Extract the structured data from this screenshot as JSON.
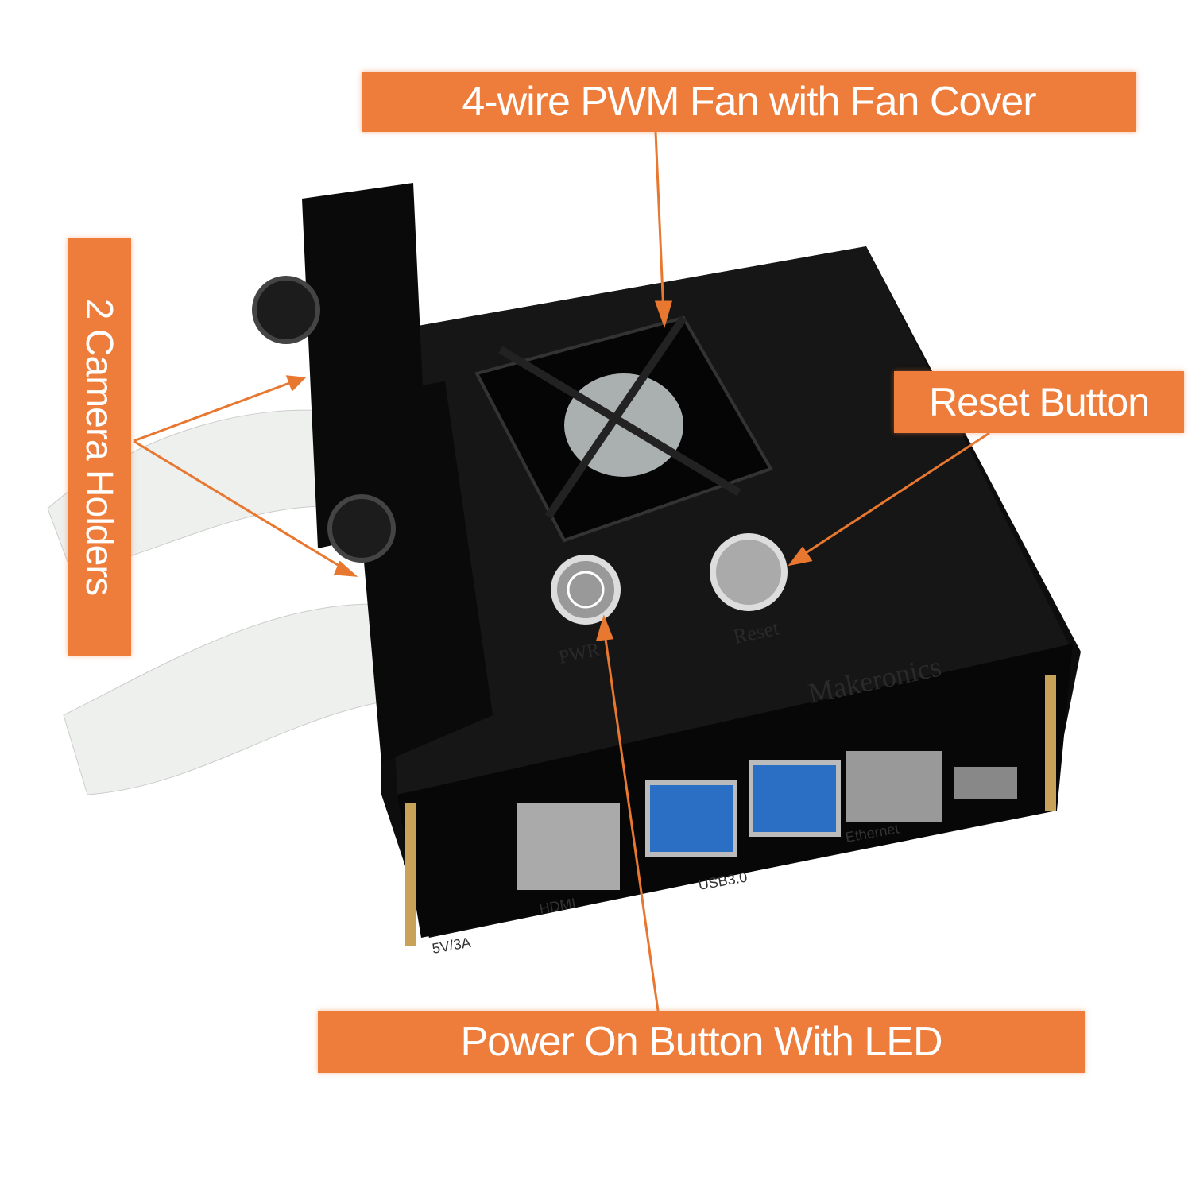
{
  "callouts": {
    "fan": "4-wire PWM Fan with Fan Cover",
    "reset": "Reset Button",
    "power": "Power On Button With LED",
    "camera": "2 Camera Holders"
  },
  "case_markings": {
    "brand": "Makeronics",
    "reset": "Reset",
    "pwr": "PWR",
    "usb": "USB3.0",
    "hdmi": "HDMI",
    "ethernet": "Ethernet",
    "power_rating": "5V/3A"
  },
  "colors": {
    "callout": "#ee7d3b",
    "case": "#0c0c0c",
    "arrow": "#e8772f"
  }
}
